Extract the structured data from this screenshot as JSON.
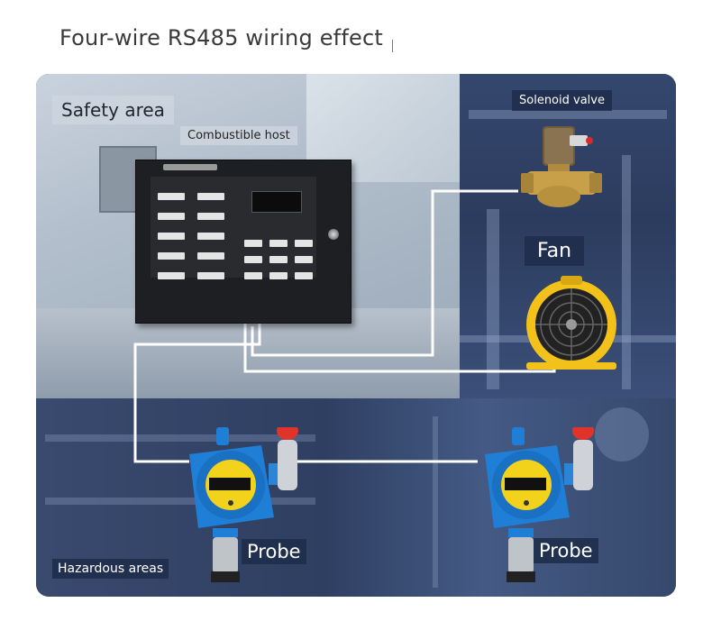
{
  "title": "Four-wire RS485 wiring effect",
  "labels": {
    "safety_area": "Safety area",
    "combustible_host": "Combustible host",
    "solenoid_valve": "Solenoid valve",
    "fan": "Fan",
    "probe_1": "Probe",
    "probe_2": "Probe",
    "hazardous_areas": "Hazardous areas"
  },
  "colors": {
    "wire": "#ffffff",
    "detector_blue": "#1f7fd6",
    "alarm_red": "#e0342b",
    "brass": "#c9a04a",
    "fan_yellow": "#f2c21b"
  }
}
